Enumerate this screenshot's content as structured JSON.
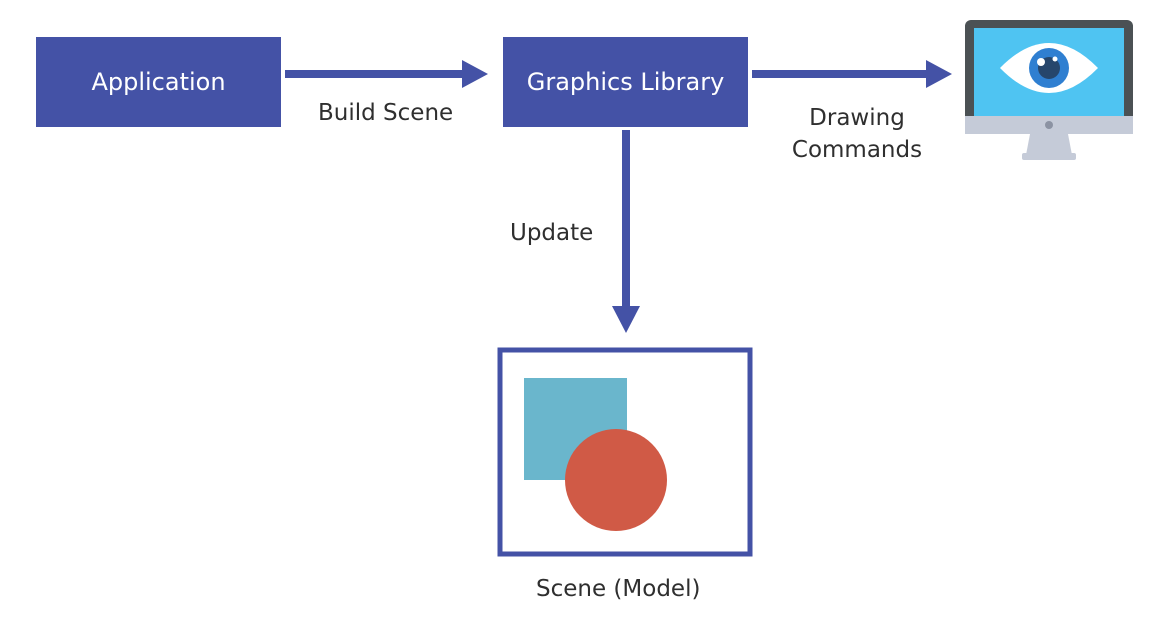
{
  "nodes": {
    "application": "Application",
    "graphics_library": "Graphics Library"
  },
  "edges": {
    "build_scene": "Build Scene",
    "drawing_commands_line1": "Drawing",
    "drawing_commands_line2": "Commands",
    "update": "Update"
  },
  "scene": {
    "caption": "Scene (Model)"
  },
  "colors": {
    "primary": "#4452a6",
    "square": "#6ab6cc",
    "circle": "#d05a46",
    "screen": "#4fc4f2",
    "monitor_frame": "#4b5154",
    "monitor_stand": "#c5cbd8"
  },
  "icons": {
    "display": "monitor-eye-icon"
  }
}
